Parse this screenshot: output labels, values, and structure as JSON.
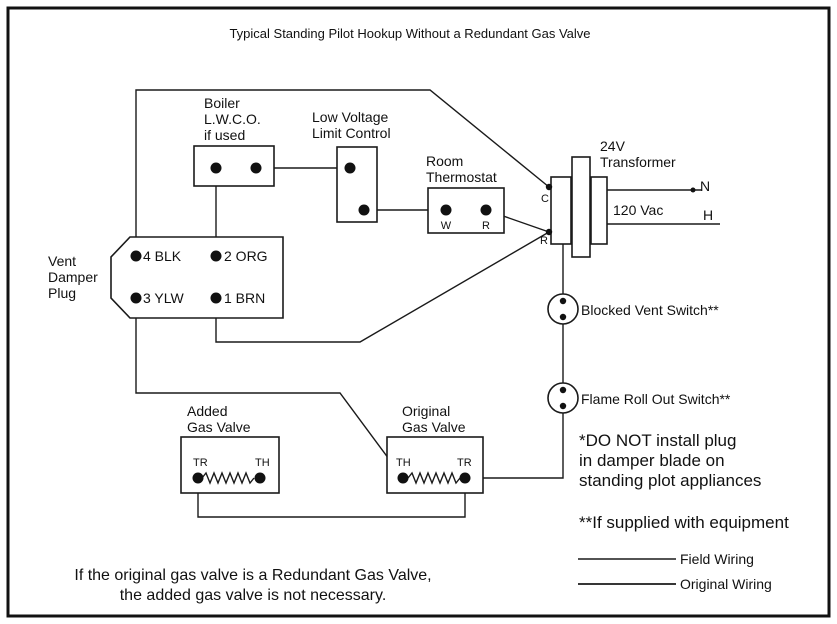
{
  "title": "Typical Standing Pilot Hookup Without a Redundant Gas Valve",
  "components": {
    "boiler_lwco": [
      "Boiler",
      "L.W.C.O.",
      "if used"
    ],
    "low_voltage_limit": [
      "Low Voltage",
      "Limit Control"
    ],
    "room_thermostat": {
      "lines": [
        "Room",
        "Thermostat"
      ],
      "terminals": [
        "W",
        "R"
      ]
    },
    "transformer": {
      "lines": [
        "24V",
        "Transformer"
      ],
      "terminal_c": "C",
      "terminal_r": "R",
      "supply": "120 Vac",
      "line_n": "N",
      "line_h": "H"
    },
    "vent_damper_plug": {
      "lines": [
        "Vent",
        "Damper",
        "Plug"
      ],
      "pins": [
        "4 BLK",
        "2 ORG",
        "3 YLW",
        "1 BRN"
      ]
    },
    "blocked_vent_switch": "Blocked Vent Switch**",
    "flame_roll_out_switch": "Flame Roll Out Switch**",
    "added_gas_valve": {
      "lines": [
        "Added",
        "Gas Valve"
      ],
      "terminals": [
        "TR",
        "TH"
      ]
    },
    "original_gas_valve": {
      "lines": [
        "Original",
        "Gas Valve"
      ],
      "terminals": [
        "TH",
        "TR"
      ]
    }
  },
  "notes": {
    "do_not_install": [
      "*DO NOT install plug",
      "in damper blade on",
      "standing plot appliances"
    ],
    "if_supplied": "**If supplied with equipment"
  },
  "legend": {
    "field_wiring": "Field Wiring",
    "original_wiring": "Original Wiring"
  },
  "bottom_note": [
    "If the original gas valve is a Redundant Gas Valve,",
    "the added gas valve is not necessary."
  ]
}
